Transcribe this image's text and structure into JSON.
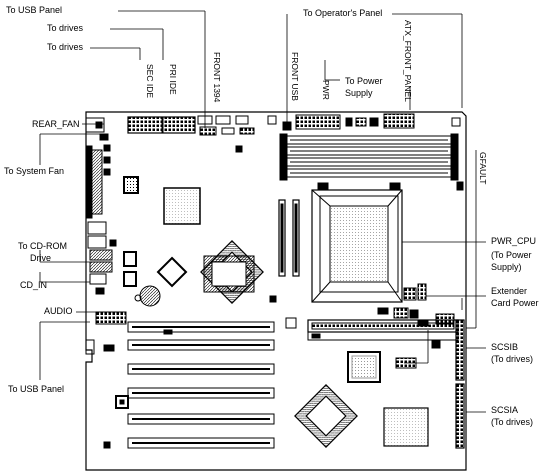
{
  "labels": {
    "to_usb_panel_top": "To USB Panel",
    "to_drives_1": "To drives",
    "to_drives_2": "To drives",
    "to_operators_panel": "To Operator's Panel",
    "sec_ide": "SEC IDE",
    "pri_ide": "PRI IDE",
    "front_1394": "FRONT 1394",
    "front_usb": "FRONT USB",
    "pwr": "PWR",
    "to_power_supply_top_line1": "To Power",
    "to_power_supply_top_line2": "Supply",
    "atx_front_panel": "ATX_FRONT_PANEL",
    "gfault": "GFAULT",
    "rear_fan": "REAR_FAN",
    "to_system_fan": "To System Fan",
    "to_cdrom_line1": "To CD-ROM",
    "to_cdrom_line2": "Drive",
    "cd_in": "CD_IN",
    "audio": "AUDIO",
    "to_usb_panel_bottom": "To USB Panel",
    "pwr_cpu": "PWR_CPU",
    "pwr_cpu_sub_line1": "(To Power",
    "pwr_cpu_sub_line2": "Supply)",
    "extender_line1": "Extender",
    "extender_line2": "Card Power",
    "scsib": "SCSIB",
    "scsib_sub": "(To drives)",
    "scsia": "SCSIA",
    "scsia_sub": "(To drives)"
  }
}
